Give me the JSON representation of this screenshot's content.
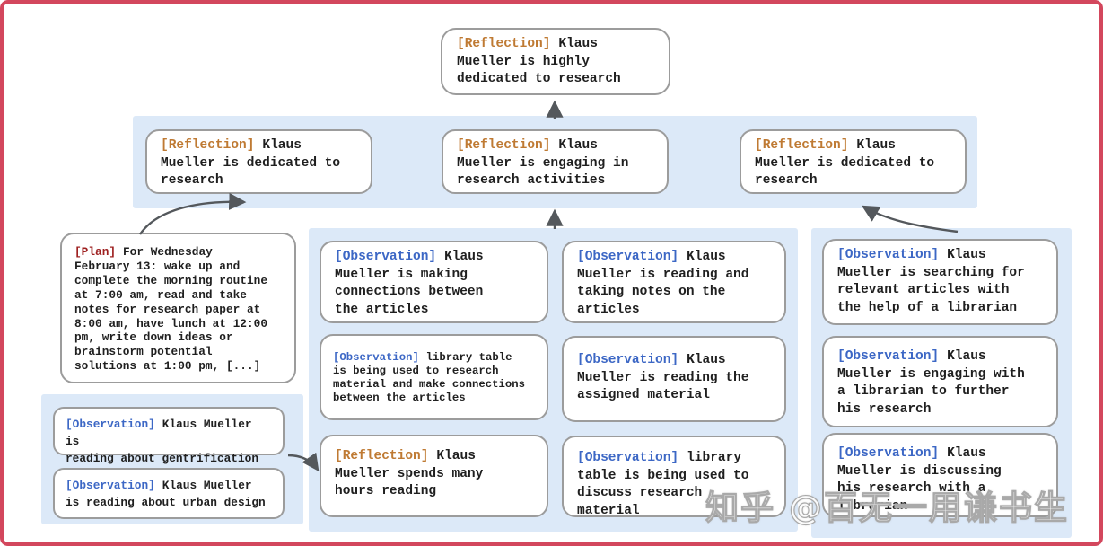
{
  "watermark": {
    "text": "知乎 @百无一用谦书生"
  },
  "colors": {
    "frame_border": "#d3475d",
    "band_background": "#dce9f8",
    "node_border": "#9c9c9c",
    "reflection_tag": "#bf7a33",
    "observation_tag": "#3c67c5",
    "plan_tag": "#9e2020",
    "arrow": "#54585c",
    "body_text": "#1f1f1f"
  },
  "nodes": {
    "top": {
      "tag": "[Reflection]",
      "text": "Klaus\nMueller is highly\ndedicated to research"
    },
    "l2_left": {
      "tag": "[Reflection]",
      "text": "Klaus\nMueller is dedicated to\nresearch"
    },
    "l2_mid": {
      "tag": "[Reflection]",
      "text": "Klaus\nMueller is engaging in\nresearch activities"
    },
    "l2_right": {
      "tag": "[Reflection]",
      "text": "Klaus\nMueller is dedicated to\nresearch"
    },
    "plan": {
      "tag": "[Plan]",
      "text": "For Wednesday\nFebruary 13: wake up and\ncomplete the morning routine\nat 7:00 am, read and take\nnotes for research paper at\n8:00 am, have lunch at 12:00\npm, write down ideas or\nbrainstorm potential\nsolutions at 1:00 pm, [...]"
    },
    "obs_gentrification": {
      "tag": "[Observation]",
      "text": "Klaus Mueller is\nreading about gentrification"
    },
    "obs_urban_design": {
      "tag": "[Observation]",
      "text": "Klaus Mueller\nis reading about urban design"
    },
    "mid_connections": {
      "tag": "[Observation]",
      "text": "Klaus\nMueller is making\nconnections between\nthe articles"
    },
    "mid_library_research": {
      "tag": "[Observation]",
      "text": "library table\nis being used to research\nmaterial and make connections\nbetween the articles"
    },
    "mid_reflection_hours": {
      "tag": "[Reflection]",
      "text": "Klaus\nMueller spends many\nhours reading"
    },
    "mid_reading_notes": {
      "tag": "[Observation]",
      "text": "Klaus\nMueller is reading and\ntaking notes on the\narticles"
    },
    "mid_assigned_material": {
      "tag": "[Observation]",
      "text": "Klaus\nMueller is reading the\nassigned material"
    },
    "mid_library_discuss": {
      "tag": "[Observation]",
      "text": "library\ntable is being used to\ndiscuss research material"
    },
    "right_searching": {
      "tag": "[Observation]",
      "text": "Klaus\nMueller is searching for\nrelevant articles with\nthe help of a librarian"
    },
    "right_engaging": {
      "tag": "[Observation]",
      "text": "Klaus\nMueller is engaging with\na librarian to further\nhis research"
    },
    "right_discussing": {
      "tag": "[Observation]",
      "text": "Klaus\nMueller is discussing\nhis research with a\nlibrarian"
    }
  },
  "edges": [
    {
      "from": "l2_mid",
      "to": "top"
    },
    {
      "from": "plan",
      "to": "l2_left"
    },
    {
      "from": "middle-observation-group",
      "to": "l2_mid"
    },
    {
      "from": "right-observation-group",
      "to": "l2_right"
    },
    {
      "from": "left-observation-group",
      "to": "mid_reflection_hours"
    }
  ]
}
